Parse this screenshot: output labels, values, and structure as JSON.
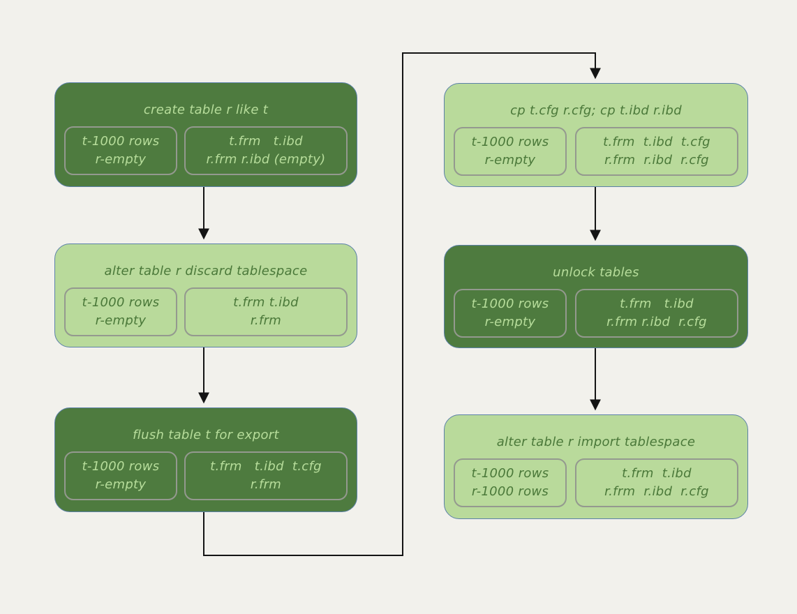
{
  "diagram": {
    "type": "flowchart",
    "nodes": [
      {
        "id": "create",
        "variant": "dark",
        "title": "create table r like t",
        "rows": [
          "t-1000 rows",
          "r-empty"
        ],
        "files": [
          "t.frm   t.ibd",
          "r.frm r.ibd (empty)"
        ]
      },
      {
        "id": "discard",
        "variant": "light",
        "title": "alter table r discard tablespace",
        "rows": [
          "t-1000 rows",
          "r-empty"
        ],
        "files": [
          "t.frm t.ibd",
          "r.frm"
        ]
      },
      {
        "id": "flush",
        "variant": "dark",
        "title": "flush table t for export",
        "rows": [
          "t-1000 rows",
          "r-empty"
        ],
        "files": [
          "t.frm   t.ibd  t.cfg",
          "r.frm"
        ]
      },
      {
        "id": "copy",
        "variant": "light",
        "title": "cp t.cfg r.cfg; cp t.ibd r.ibd",
        "rows": [
          "t-1000 rows",
          "r-empty"
        ],
        "files": [
          "t.frm  t.ibd  t.cfg",
          "r.frm  r.ibd  r.cfg"
        ]
      },
      {
        "id": "unlock",
        "variant": "dark",
        "title": "unlock tables",
        "rows": [
          "t-1000 rows",
          "r-empty"
        ],
        "files": [
          "t.frm   t.ibd",
          "r.frm r.ibd  r.cfg"
        ]
      },
      {
        "id": "import",
        "variant": "light",
        "title": "alter table r import tablespace",
        "rows": [
          "t-1000 rows",
          "r-1000 rows"
        ],
        "files": [
          "t.frm  t.ibd",
          "r.frm  r.ibd  r.cfg"
        ]
      }
    ],
    "edges": [
      {
        "from": "create",
        "to": "discard"
      },
      {
        "from": "discard",
        "to": "flush"
      },
      {
        "from": "flush",
        "to": "copy"
      },
      {
        "from": "copy",
        "to": "unlock"
      },
      {
        "from": "unlock",
        "to": "import"
      }
    ]
  },
  "colors": {
    "background": "#f2f1ec",
    "dark_fill": "#4e7b3f",
    "light_fill": "#b9da9b",
    "text_on_dark": "#b7dd9b",
    "text_on_light": "#4a7839",
    "outer_border": "#5b80a8",
    "inner_border": "#94998f",
    "arrow": "#141414"
  }
}
